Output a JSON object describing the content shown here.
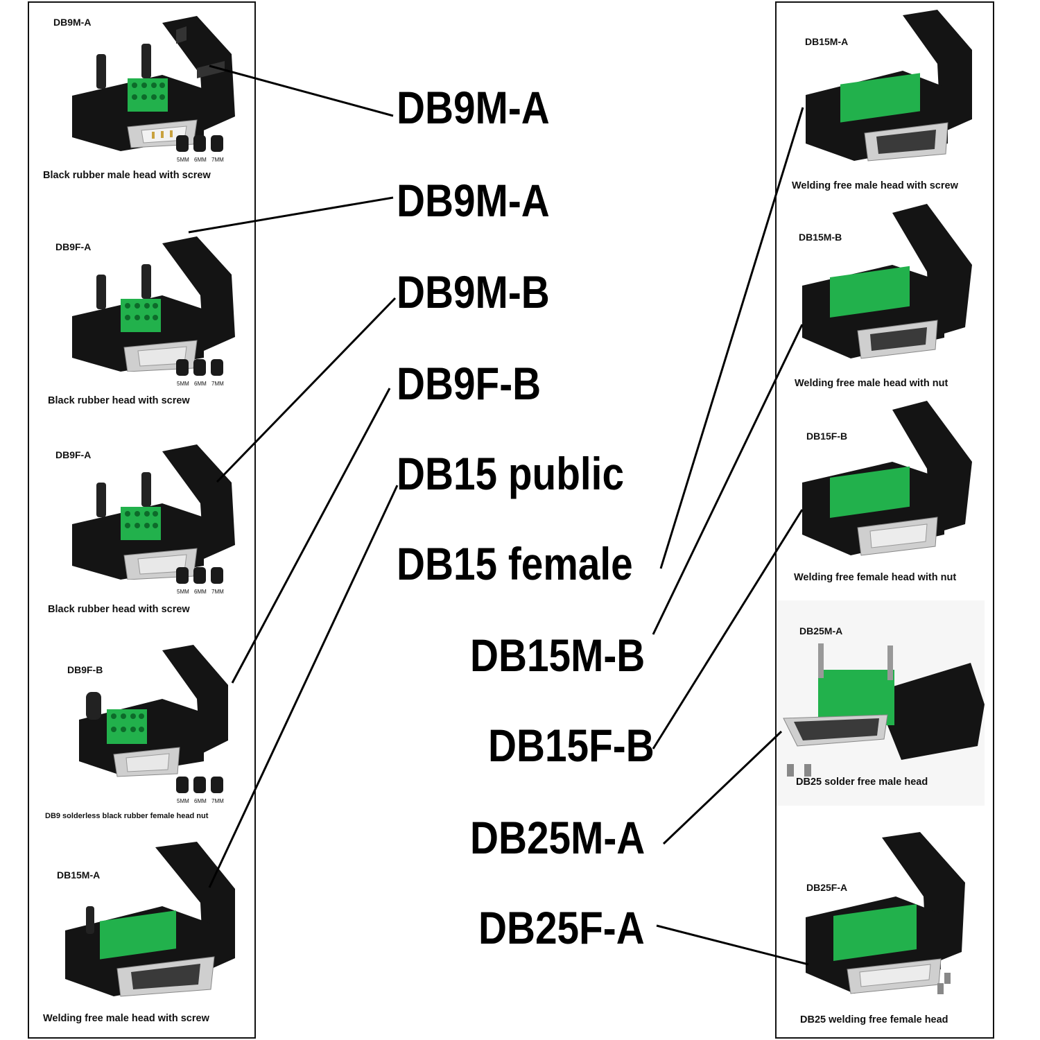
{
  "left_column": {
    "cards": [
      {
        "code": "DB9M-A",
        "caption": "Black rubber male head with screw",
        "sizes": [
          "5MM",
          "6MM",
          "7MM"
        ],
        "connector": "male-db9"
      },
      {
        "code": "DB9F-A",
        "caption": "Black rubber head with screw",
        "sizes": [
          "5MM",
          "6MM",
          "7MM"
        ],
        "connector": "female-db9"
      },
      {
        "code": "DB9F-A",
        "caption": "Black rubber head with screw",
        "sizes": [
          "5MM",
          "6MM",
          "7MM"
        ],
        "connector": "female-db9"
      },
      {
        "code": "DB9F-B",
        "caption": "DB9 solderless black rubber female head nut",
        "sizes": [
          "5MM",
          "6MM",
          "7MM"
        ],
        "connector": "female-db9"
      },
      {
        "code": "DB15M-A",
        "caption": "Welding free male head with screw",
        "sizes": [],
        "connector": "male-db15"
      }
    ]
  },
  "right_column": {
    "cards": [
      {
        "code": "DB15M-A",
        "caption": "Welding free male head with screw",
        "connector": "male-db15"
      },
      {
        "code": "DB15M-B",
        "caption": "Welding free male head with nut",
        "connector": "male-db15"
      },
      {
        "code": "DB15F-B",
        "caption": "Welding free female head with nut",
        "connector": "female-db15"
      },
      {
        "code": "DB25M-A",
        "caption": "DB25 solder free male head",
        "connector": "male-db25"
      },
      {
        "code": "DB25F-A",
        "caption": "DB25 welding free female head",
        "connector": "female-db25"
      }
    ]
  },
  "center_labels": {
    "items": [
      "DB9M-A",
      "DB9M-A",
      "DB9M-B",
      "DB9F-B",
      "DB15 public",
      "DB15 female",
      "DB15M-B",
      "DB15F-B",
      "DB25M-A",
      "DB25F-A"
    ]
  },
  "colors": {
    "terminal_green": "#22b14c",
    "housing_black": "#141414",
    "metal_silver": "#c8c8c8",
    "frame_border": "#111111",
    "leader_line": "#000000"
  }
}
